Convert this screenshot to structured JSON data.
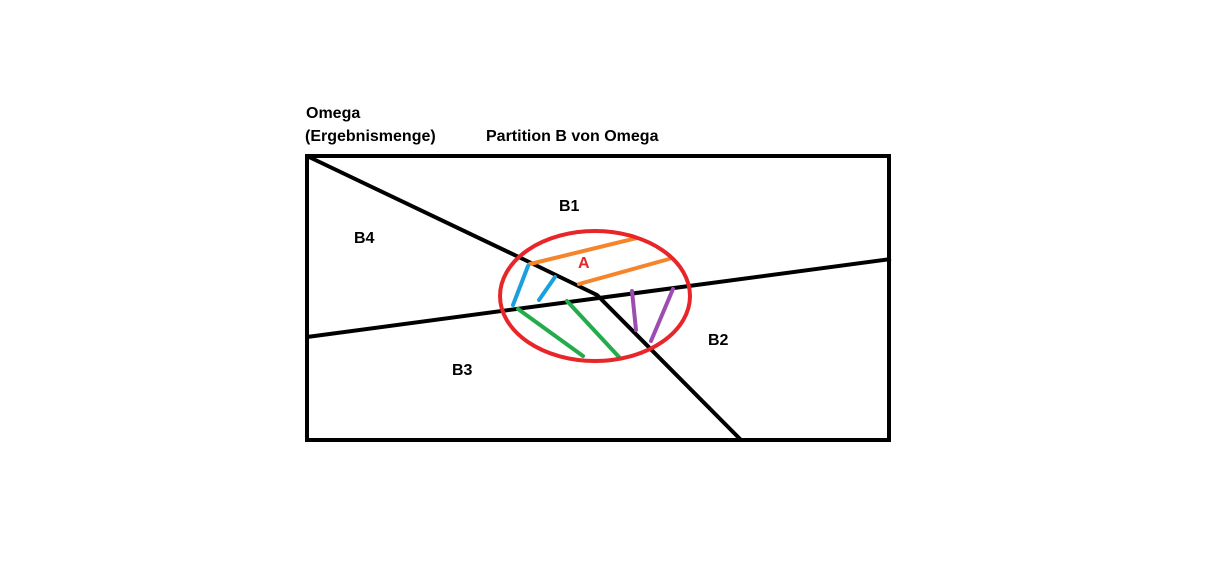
{
  "labels": {
    "omega": "Omega",
    "omega_sub": "(Ergebnismenge)",
    "partition_title": "Partition B von Omega",
    "b1": "B1",
    "b2": "B2",
    "b3": "B3",
    "b4": "B4",
    "a": "A"
  },
  "colors": {
    "outline": "#000000",
    "set_a": "#e8262a",
    "hatch_b1": "#f5842a",
    "hatch_b2": "#9c4db0",
    "hatch_b3": "#22ac4a",
    "hatch_b4": "#1aa0dc"
  }
}
